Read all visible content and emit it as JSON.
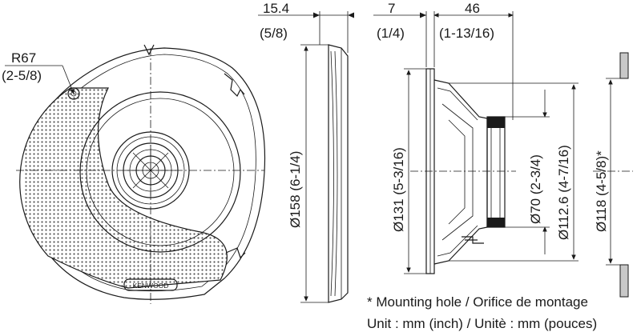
{
  "brand": "KENWOOD",
  "front_view": {
    "radius_value": "R67",
    "radius_inch": "(2-5/8)"
  },
  "side_view": {
    "grille_depth": "15.4",
    "grille_depth_inch": "(5/8)",
    "outer_diameter": "Ø158 (6-1/4)"
  },
  "depth_view": {
    "flange_thickness": "7",
    "flange_thickness_inch": "(1/4)",
    "mounting_depth": "46",
    "mounting_depth_inch": "(1-13/16)",
    "diameter_131": "Ø131 (5-3/16)",
    "diameter_70": "Ø70 (2-3/4)",
    "diameter_112": "Ø112.6 (4-7/16)"
  },
  "mounting_hole": {
    "diameter_118": "Ø118 (4-5/8)*"
  },
  "notes": {
    "mounting_hole": "* Mounting hole / Orifice de montage",
    "unit": "Unit : mm (inch) / Unitè : mm (pouces)"
  }
}
